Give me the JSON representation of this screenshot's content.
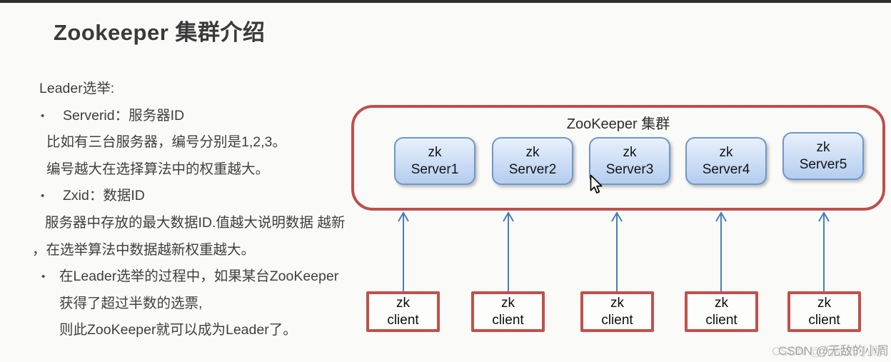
{
  "page": {
    "title": "Zookeeper 集群介绍"
  },
  "left_panel": {
    "bullet": "•",
    "lines": [
      "Leader选举:",
      "Serverid：服务器ID",
      "比如有三台服务器，编号分别是1,2,3。",
      "编号越大在选择算法中的权重越大。",
      "Zxid：数据ID",
      "服务器中存放的最大数据ID.值越大说明数据 越新",
      "，在选举算法中数据越新权重越大。",
      "在Leader选举的过程中，如果某台ZooKeeper",
      "获得了超过半数的选票,",
      "则此ZooKeeper就可以成为Leader了。"
    ]
  },
  "diagram": {
    "cluster": {
      "label": "ZooKeeper 集群",
      "servers": [
        {
          "line1": "zk",
          "line2": "Server1"
        },
        {
          "line1": "zk",
          "line2": "Server2"
        },
        {
          "line1": "zk",
          "line2": "Server3"
        },
        {
          "line1": "zk",
          "line2": "Server4"
        },
        {
          "line1": "zk",
          "line2": "Server5"
        }
      ]
    },
    "clients": [
      {
        "line1": "zk",
        "line2": "client"
      },
      {
        "line1": "zk",
        "line2": "client"
      },
      {
        "line1": "zk",
        "line2": "client"
      },
      {
        "line1": "zk",
        "line2": "client"
      },
      {
        "line1": "zk",
        "line2": "client"
      }
    ],
    "colors": {
      "cluster_border": "#bf4f4b",
      "server_border": "#6e98cb",
      "server_fill_top": "#e8f0fc",
      "server_fill_bottom": "#b4cdef",
      "client_border": "#c1504b",
      "arrow": "#4a7ebb"
    }
  },
  "watermark": {
    "text": "CSDN @无敌的小周"
  }
}
